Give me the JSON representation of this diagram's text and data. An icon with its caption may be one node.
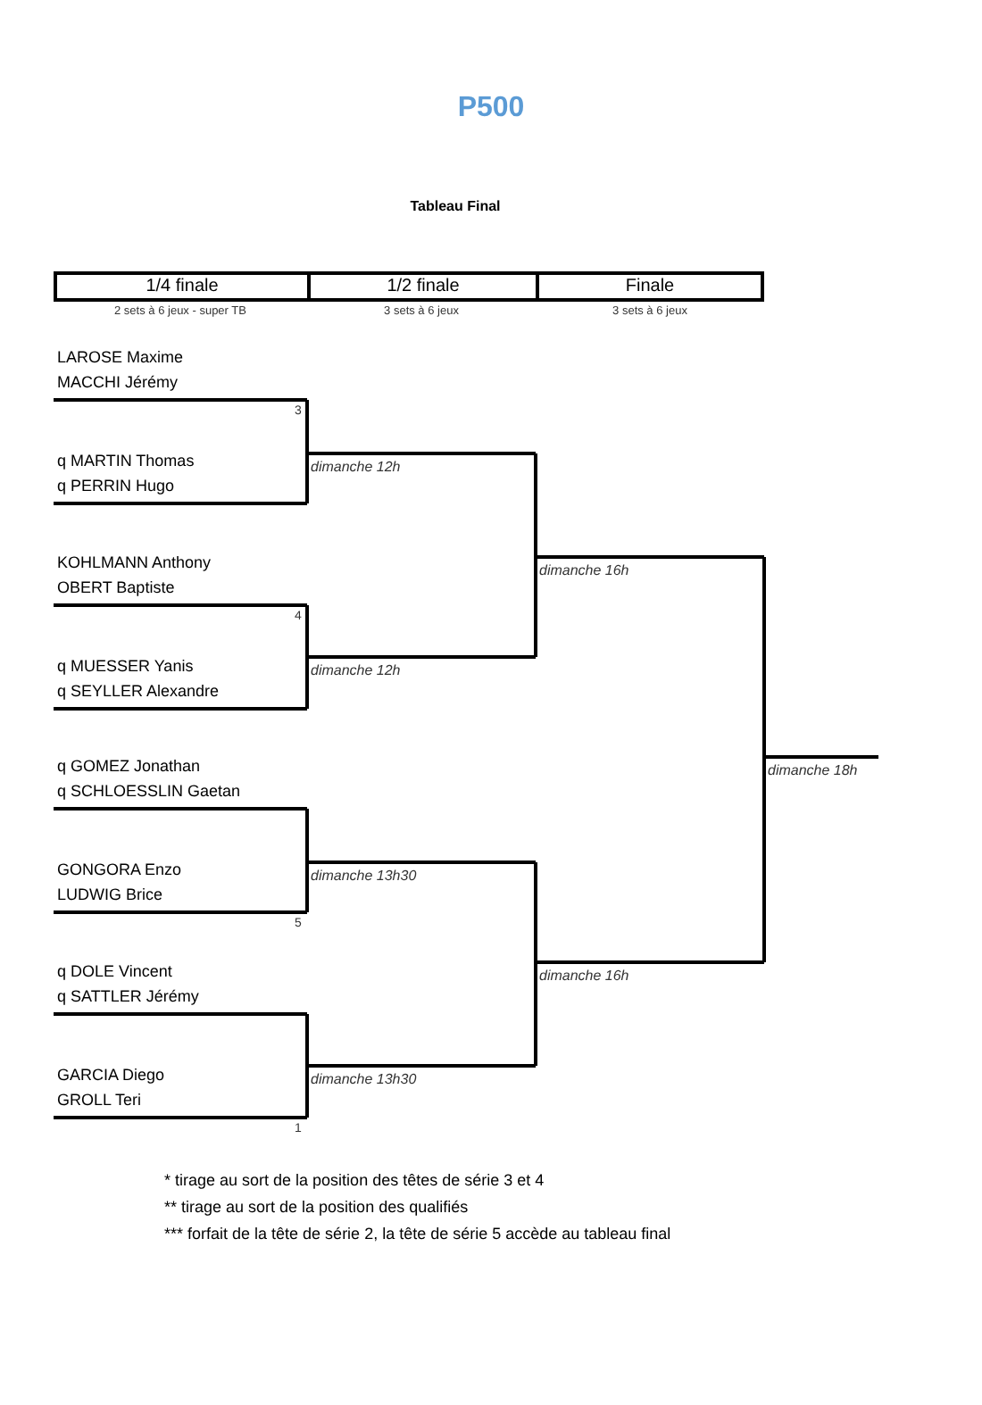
{
  "diagram": {
    "title": "P500",
    "nodes": [
      {
        "text": [
          "LAROSE Maxime",
          "MACCHI Jérémy"
        ],
        "beside": [
          "3"
        ]
      },
      {
        "text": [
          "q MARTIN Thomas",
          "q PERRIN Hugo"
        ]
      },
      {
        "text": [
          "KOHLMANN Anthony",
          "OBERT Baptiste"
        ],
        "beside": [
          "4"
        ]
      },
      {
        "text": [
          "q MUESSER Yanis",
          "q SEYLLER Alexandre"
        ]
      },
      {
        "text": [
          "q GOMEZ Jonathan",
          "q SCHLOESSLIN Gaetan"
        ]
      },
      {
        "text": [
          "GONGORA Enzo",
          "LUDWIG Brice"
        ],
        "beside": [
          "5"
        ]
      },
      {
        "text": [
          "q DOLE Vincent",
          "q SATTLER Jérémy"
        ]
      },
      {
        "text": [
          "GARCIA Diego",
          "GROLL Teri"
        ],
        "beside": [
          "1"
        ]
      },
      {
        "text": [
          "dimanche 12h"
        ]
      },
      {
        "text": [
          "dimanche 12h"
        ]
      },
      {
        "text": [
          "dimanche 13h30"
        ]
      },
      {
        "text": [
          "dimanche 13h30"
        ]
      },
      {
        "text": [
          "dimanche 16h"
        ]
      },
      {
        "text": [
          "dimanche 16h"
        ]
      },
      {
        "text": [
          "dimanche 18h"
        ]
      }
    ],
    "edges": [
      {
        "from": 0,
        "to": 8,
        "arrow": "none"
      },
      {
        "from": 1,
        "to": 8,
        "arrow": "none"
      },
      {
        "from": 2,
        "to": 9,
        "arrow": "none"
      },
      {
        "from": 3,
        "to": 9,
        "arrow": "none"
      },
      {
        "from": 4,
        "to": 10,
        "arrow": "none"
      },
      {
        "from": 5,
        "to": 10,
        "arrow": "none"
      },
      {
        "from": 6,
        "to": 11,
        "arrow": "none"
      },
      {
        "from": 7,
        "to": 11,
        "arrow": "none"
      },
      {
        "from": 8,
        "to": 12,
        "arrow": "none"
      },
      {
        "from": 9,
        "to": 12,
        "arrow": "none"
      },
      {
        "from": 10,
        "to": 13,
        "arrow": "none"
      },
      {
        "from": 11,
        "to": 13,
        "arrow": "none"
      },
      {
        "from": 12,
        "to": 14,
        "arrow": "none"
      },
      {
        "from": 13,
        "to": 14,
        "arrow": "none"
      }
    ],
    "labels": [
      "Tableau Final",
      "1/4 finale",
      "1/2 finale",
      "Finale",
      "2 sets à 6 jeux - super TB",
      "3 sets à 6 jeux",
      "3 sets à 6 jeux",
      "* tirage au sort de la position des têtes de série 3 et 4",
      "** tirage au sort de la position des qualifiés",
      "*** forfait de la tête de série 2, la tête de série 5 accède au tableau final"
    ]
  }
}
